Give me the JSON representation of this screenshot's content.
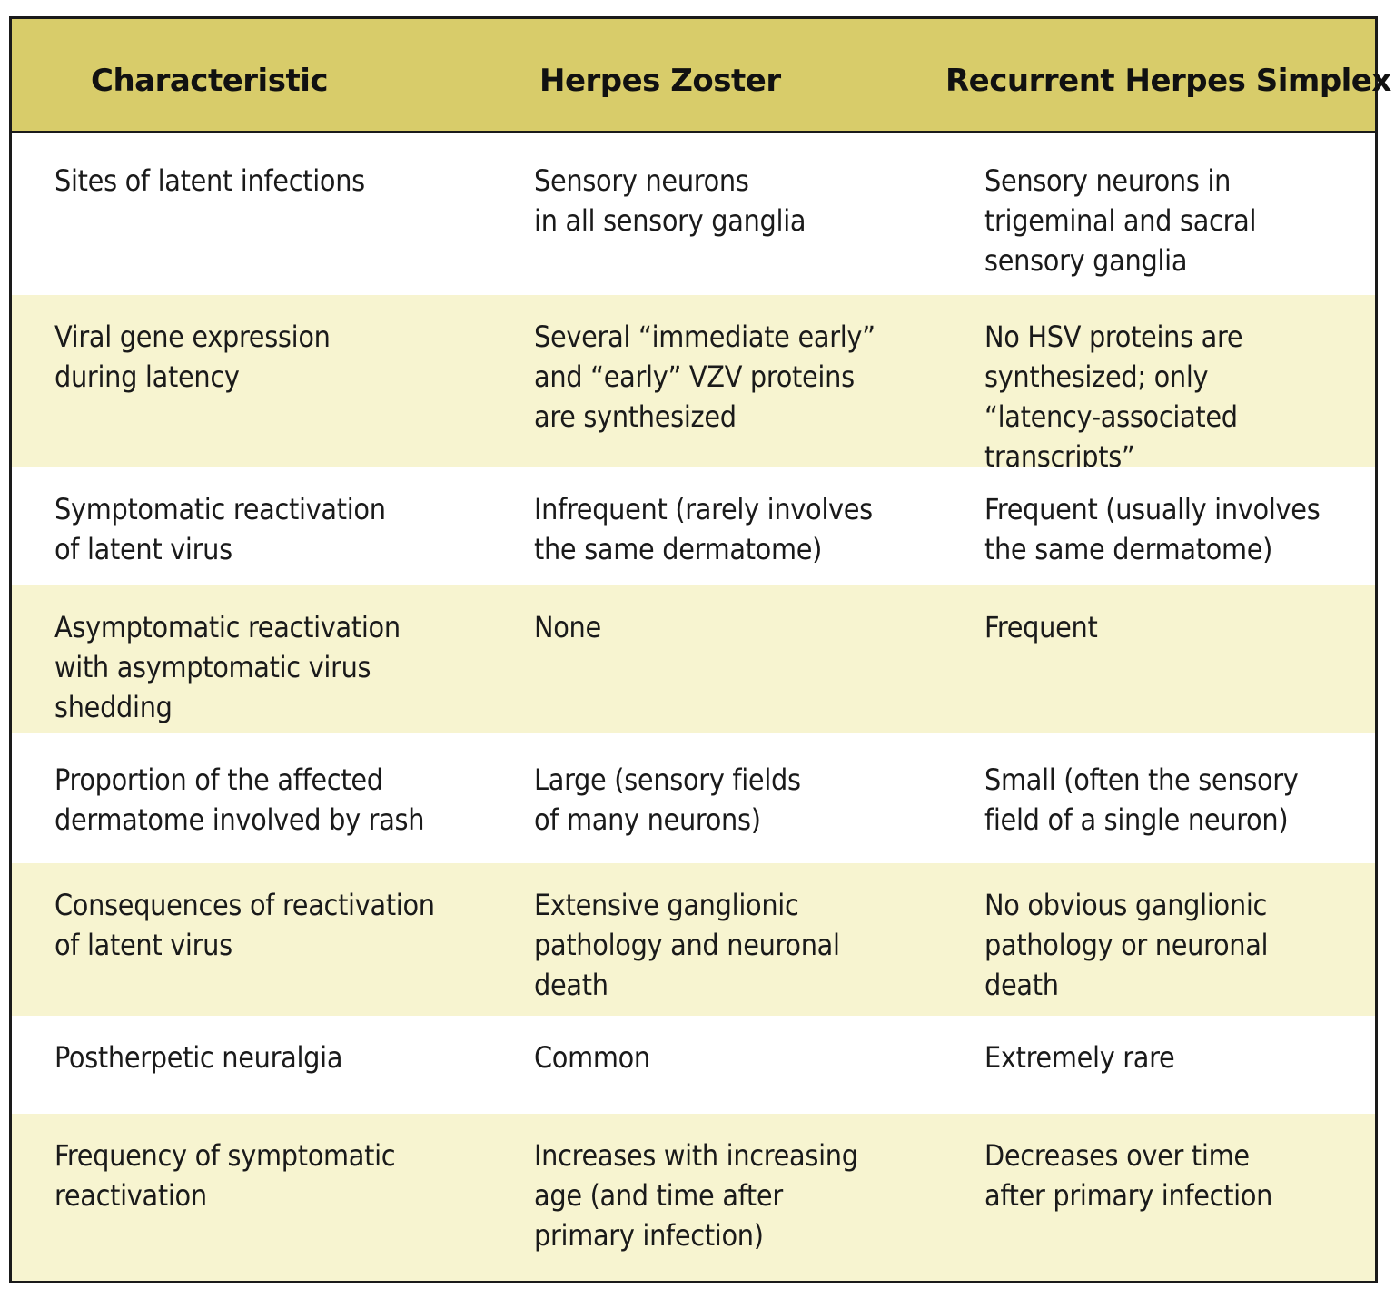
{
  "table": {
    "headers": [
      "Characteristic",
      "Herpes Zoster",
      "Recurrent Herpes Simplex"
    ],
    "rows": [
      {
        "characteristic": "Sites of latent infections",
        "herpes_zoster": "Sensory neurons\nin all sensory ganglia",
        "herpes_simplex": "Sensory neurons in\ntrigeminal and sacral\nsensory ganglia"
      },
      {
        "characteristic": "Viral gene expression\nduring latency",
        "herpes_zoster": "Several “immediate early”\nand “early” VZV proteins\nare synthesized",
        "herpes_simplex": "No HSV proteins are\nsynthesized; only\n“latency-associated\ntranscripts”"
      },
      {
        "characteristic": "Symptomatic reactivation\nof latent virus",
        "herpes_zoster": "Infrequent (rarely involves\nthe same dermatome)",
        "herpes_simplex": "Frequent (usually involves\nthe same dermatome)"
      },
      {
        "characteristic": "Asymptomatic reactivation\nwith asymptomatic virus\nshedding",
        "herpes_zoster": "None",
        "herpes_simplex": "Frequent"
      },
      {
        "characteristic": "Proportion of the affected\ndermatome involved by rash",
        "herpes_zoster": "Large (sensory fields\nof many neurons)",
        "herpes_simplex": "Small (often the sensory\nfield of a single neuron)"
      },
      {
        "characteristic": "Consequences of reactivation\nof latent virus",
        "herpes_zoster": "Extensive ganglionic\npathology and neuronal\ndeath",
        "herpes_simplex": "No obvious ganglionic\npathology or neuronal\ndeath"
      },
      {
        "characteristic": "Postherpetic neuralgia",
        "herpes_zoster": "Common",
        "herpes_simplex": "Extremely rare"
      },
      {
        "characteristic": "Frequency of symptomatic\nreactivation",
        "herpes_zoster": "Increases with increasing\nage (and time after\nprimary infection)",
        "herpes_simplex": "Decreases over time\nafter primary infection"
      }
    ]
  },
  "colors": {
    "header_background": "#d8cc6a",
    "shaded_row": "#f7f4d0",
    "border": "#1a1a1a"
  }
}
